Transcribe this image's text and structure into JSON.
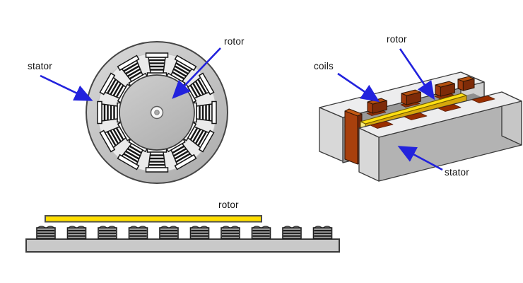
{
  "diagram": {
    "background": "#ffffff",
    "colors": {
      "arrow_blue": "#2222dd",
      "label_text": "#111111",
      "stator_gray": "#c9c9c9",
      "coil_brown": "#993300",
      "rotor_yellow": "#ffde00",
      "winding_dark": "#1e1e1e"
    },
    "rotary_motor": {
      "labels": {
        "stator": "stator",
        "rotor": "rotor"
      },
      "coil_count": 12
    },
    "linear_motor_3d": {
      "labels": {
        "coils": "coils",
        "rotor": "rotor",
        "stator": "stator"
      }
    },
    "linear_motor_side": {
      "labels": {
        "rotor": "rotor"
      },
      "coil_count": 10
    }
  }
}
